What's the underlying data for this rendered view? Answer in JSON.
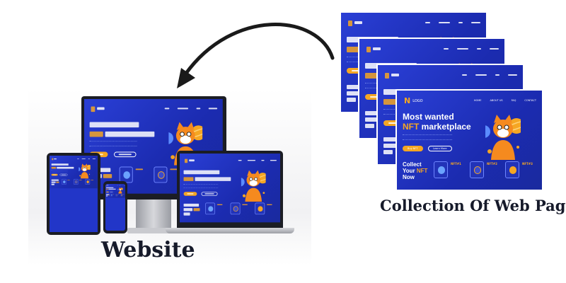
{
  "mockup": {
    "logo_mark": "N",
    "logo_text": "LOGO",
    "nav": [
      "HOME",
      "ABOUT US",
      "FAQ",
      "CONTACT"
    ],
    "headline_1": "Most wanted",
    "headline_2_accent": "NFT",
    "headline_2": "marketplace",
    "buy_button": "Buy NFT",
    "learn_button": "Learn More",
    "collect_1": "Collect",
    "collect_2": "Your",
    "collect_accent": "NFT",
    "collect_3": "Now",
    "cards": [
      "NFT#1",
      "NFT#2",
      "NFT#3"
    ]
  },
  "labels": {
    "website": "Website",
    "collection": "Collection Of Web Pages"
  },
  "colors": {
    "page_blue": "#2236c8",
    "accent": "#f5a623",
    "arrow": "#1a1a1a"
  }
}
